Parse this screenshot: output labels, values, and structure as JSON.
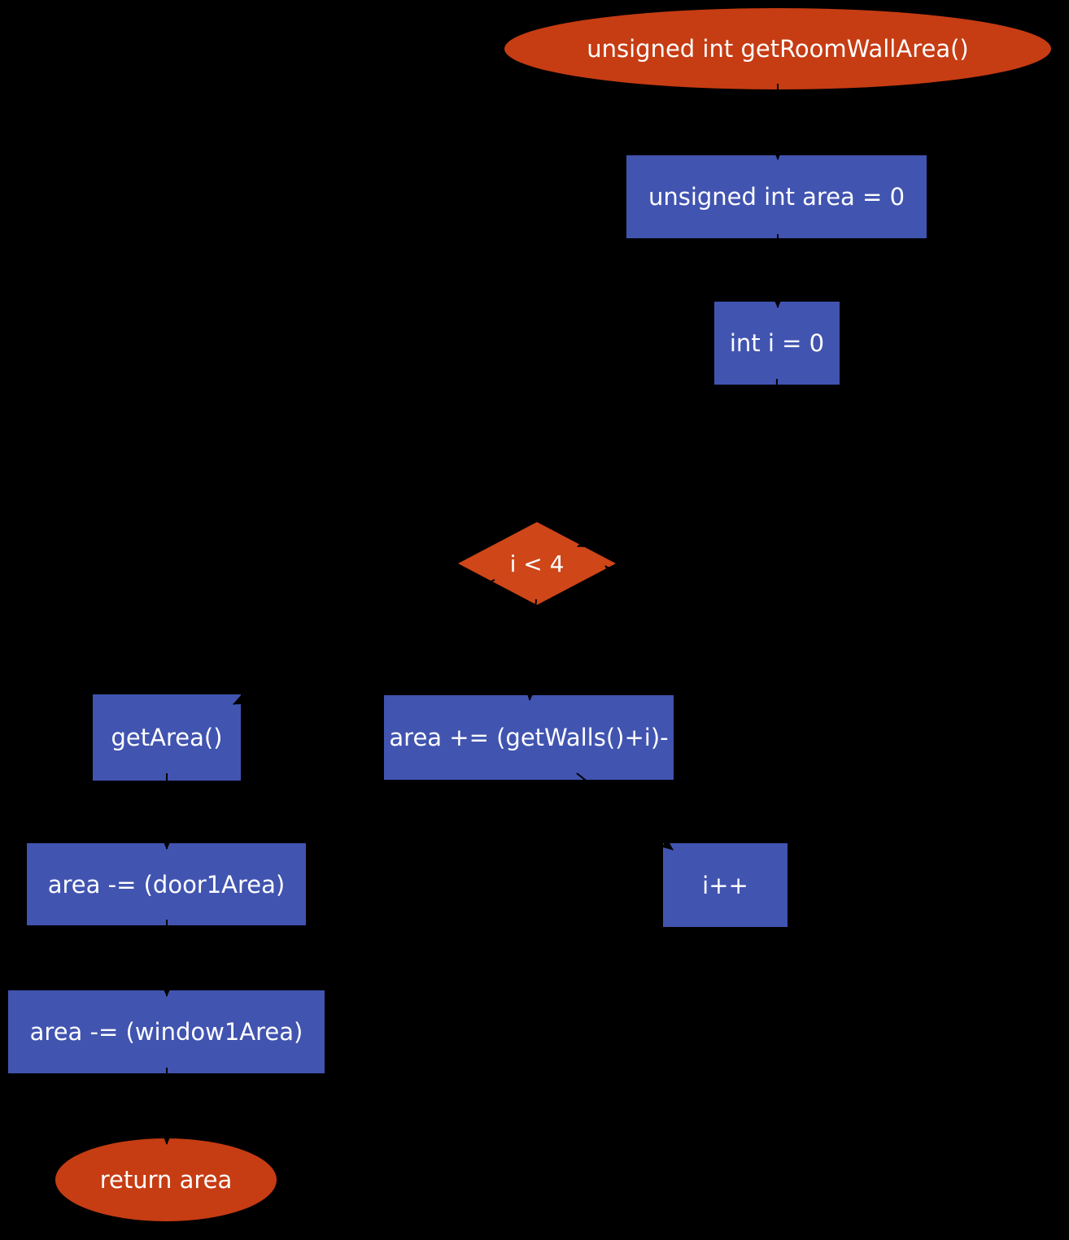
{
  "diagram": {
    "type": "flowchart",
    "background_color": "#000000",
    "process_fill": "#4154b0",
    "terminal_fill": "#c63c13",
    "decision_fill": "#cf4619",
    "text_color": "#ffffff",
    "nodes": [
      {
        "id": "start",
        "shape": "ellipse",
        "label": "unsigned int getRoomWallArea()"
      },
      {
        "id": "init_area",
        "shape": "rect",
        "label": "unsigned int area = 0"
      },
      {
        "id": "init_i",
        "shape": "rect",
        "label": "int i = 0"
      },
      {
        "id": "loop_cond",
        "shape": "diamond",
        "label": "i < 4"
      },
      {
        "id": "loop_body",
        "shape": "rect",
        "label": "area += (getWalls()+i)-"
      },
      {
        "id": "increment",
        "shape": "rect",
        "label": "i++"
      },
      {
        "id": "get_area",
        "shape": "rect",
        "label": "getArea()"
      },
      {
        "id": "subtract_door",
        "shape": "rect",
        "label": "area -= (door1Area)"
      },
      {
        "id": "subtract_window",
        "shape": "rect",
        "label": "area -= (window1Area)"
      },
      {
        "id": "end",
        "shape": "ellipse",
        "label": "return area"
      }
    ],
    "edges": [
      {
        "from": "start",
        "to": "init_area"
      },
      {
        "from": "init_area",
        "to": "init_i"
      },
      {
        "from": "init_i",
        "to": "loop_cond"
      },
      {
        "from": "loop_cond",
        "to": "loop_body"
      },
      {
        "from": "loop_body",
        "to": "increment"
      },
      {
        "from": "increment",
        "to": "loop_cond"
      },
      {
        "from": "loop_cond",
        "to": "get_area"
      },
      {
        "from": "get_area",
        "to": "subtract_door"
      },
      {
        "from": "subtract_door",
        "to": "subtract_window"
      },
      {
        "from": "subtract_window",
        "to": "end"
      }
    ]
  }
}
